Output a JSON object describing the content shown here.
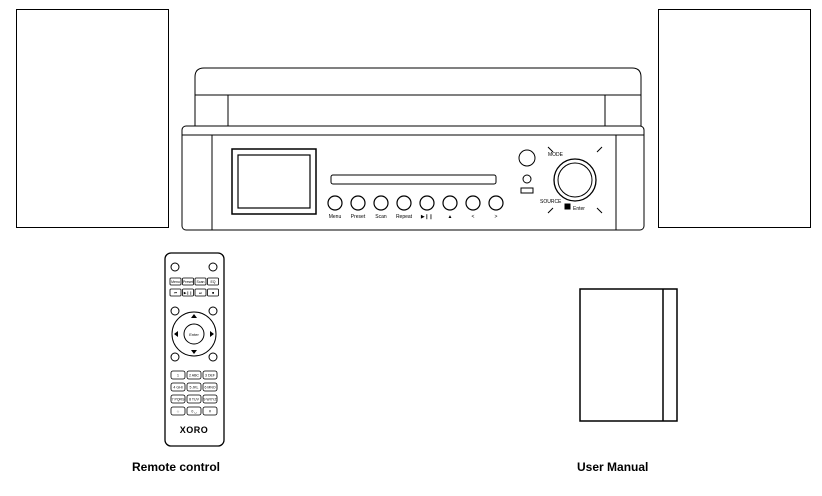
{
  "captions": {
    "remote": "Remote control",
    "manual": "User Manual"
  },
  "unit": {
    "buttons": [
      "Menu",
      "Preset",
      "Scan",
      "Repeat",
      "▶❙❙",
      "▲",
      "<",
      ">"
    ],
    "knob_labels": {
      "top": "MODE",
      "left": "SOURCE",
      "bottom": "Enter"
    }
  },
  "remote": {
    "brand": "XORO",
    "row1": [
      "Menu",
      "Preset",
      "Scan",
      "EQ"
    ],
    "row2": [
      "⏮",
      "▶❙❙",
      "⏭",
      "■"
    ],
    "nav_center": "Enter",
    "numpad": [
      "1",
      "2 ABC",
      "3 DEF",
      "4 GHI",
      "5 JKL",
      "6 MNO",
      "7 PQRS",
      "8 TUV",
      "9 WXYZ",
      "☆",
      "0 ␣",
      "#"
    ]
  },
  "colors": {
    "line": "#000000",
    "background": "#ffffff"
  }
}
